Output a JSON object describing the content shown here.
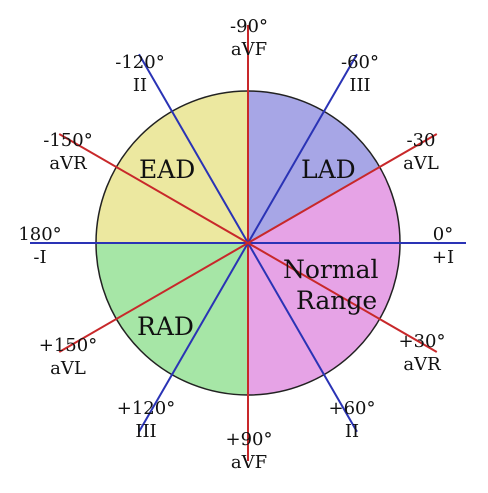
{
  "regions": [
    {
      "key": "ead",
      "label": "EAD",
      "color": "#ece8a0",
      "start_deg": -180,
      "end_deg": -90
    },
    {
      "key": "lad",
      "label": "LAD",
      "color": "#a7a6e6",
      "start_deg": -90,
      "end_deg": -30
    },
    {
      "key": "normal",
      "label_line1": "Normal",
      "label_line2": "Range",
      "color": "#e6a3e6",
      "start_deg": -30,
      "end_deg": 90
    },
    {
      "key": "rad",
      "label": "RAD",
      "color": "#a6e6a6",
      "start_deg": 90,
      "end_deg": 180
    }
  ],
  "axes": [
    {
      "key": "i",
      "angle_deg": 0,
      "color": "#2a33b5"
    },
    {
      "key": "avf",
      "angle_deg": 90,
      "color": "#c8282a"
    },
    {
      "key": "ii",
      "angle_deg": 60,
      "color": "#2a33b5"
    },
    {
      "key": "iii",
      "angle_deg": 120,
      "color": "#2a33b5"
    },
    {
      "key": "avl",
      "angle_deg": -30,
      "color": "#c8282a"
    },
    {
      "key": "avr",
      "angle_deg": 30,
      "color": "#c8282a"
    }
  ],
  "labels": {
    "top": {
      "angle": "-90°",
      "lead": "aVF"
    },
    "upper_left": {
      "angle": "-120°",
      "lead": "II"
    },
    "upper_right": {
      "angle": "-60°",
      "lead": "III"
    },
    "left_upper": {
      "angle": "-150°",
      "lead": "aVR"
    },
    "right_upper": {
      "angle": "-30",
      "lead": "aVL"
    },
    "left": {
      "angle": "180°",
      "lead": "-I"
    },
    "right": {
      "angle": "0°",
      "lead": "+I"
    },
    "left_lower": {
      "angle": "+150°",
      "lead": "aVL"
    },
    "right_lower": {
      "angle": "+30°",
      "lead": "aVR"
    },
    "lower_left": {
      "angle": "+120°",
      "lead": "III"
    },
    "lower_right": {
      "angle": "+60°",
      "lead": "II"
    },
    "bottom": {
      "angle": "+90°",
      "lead": "aVF"
    }
  }
}
